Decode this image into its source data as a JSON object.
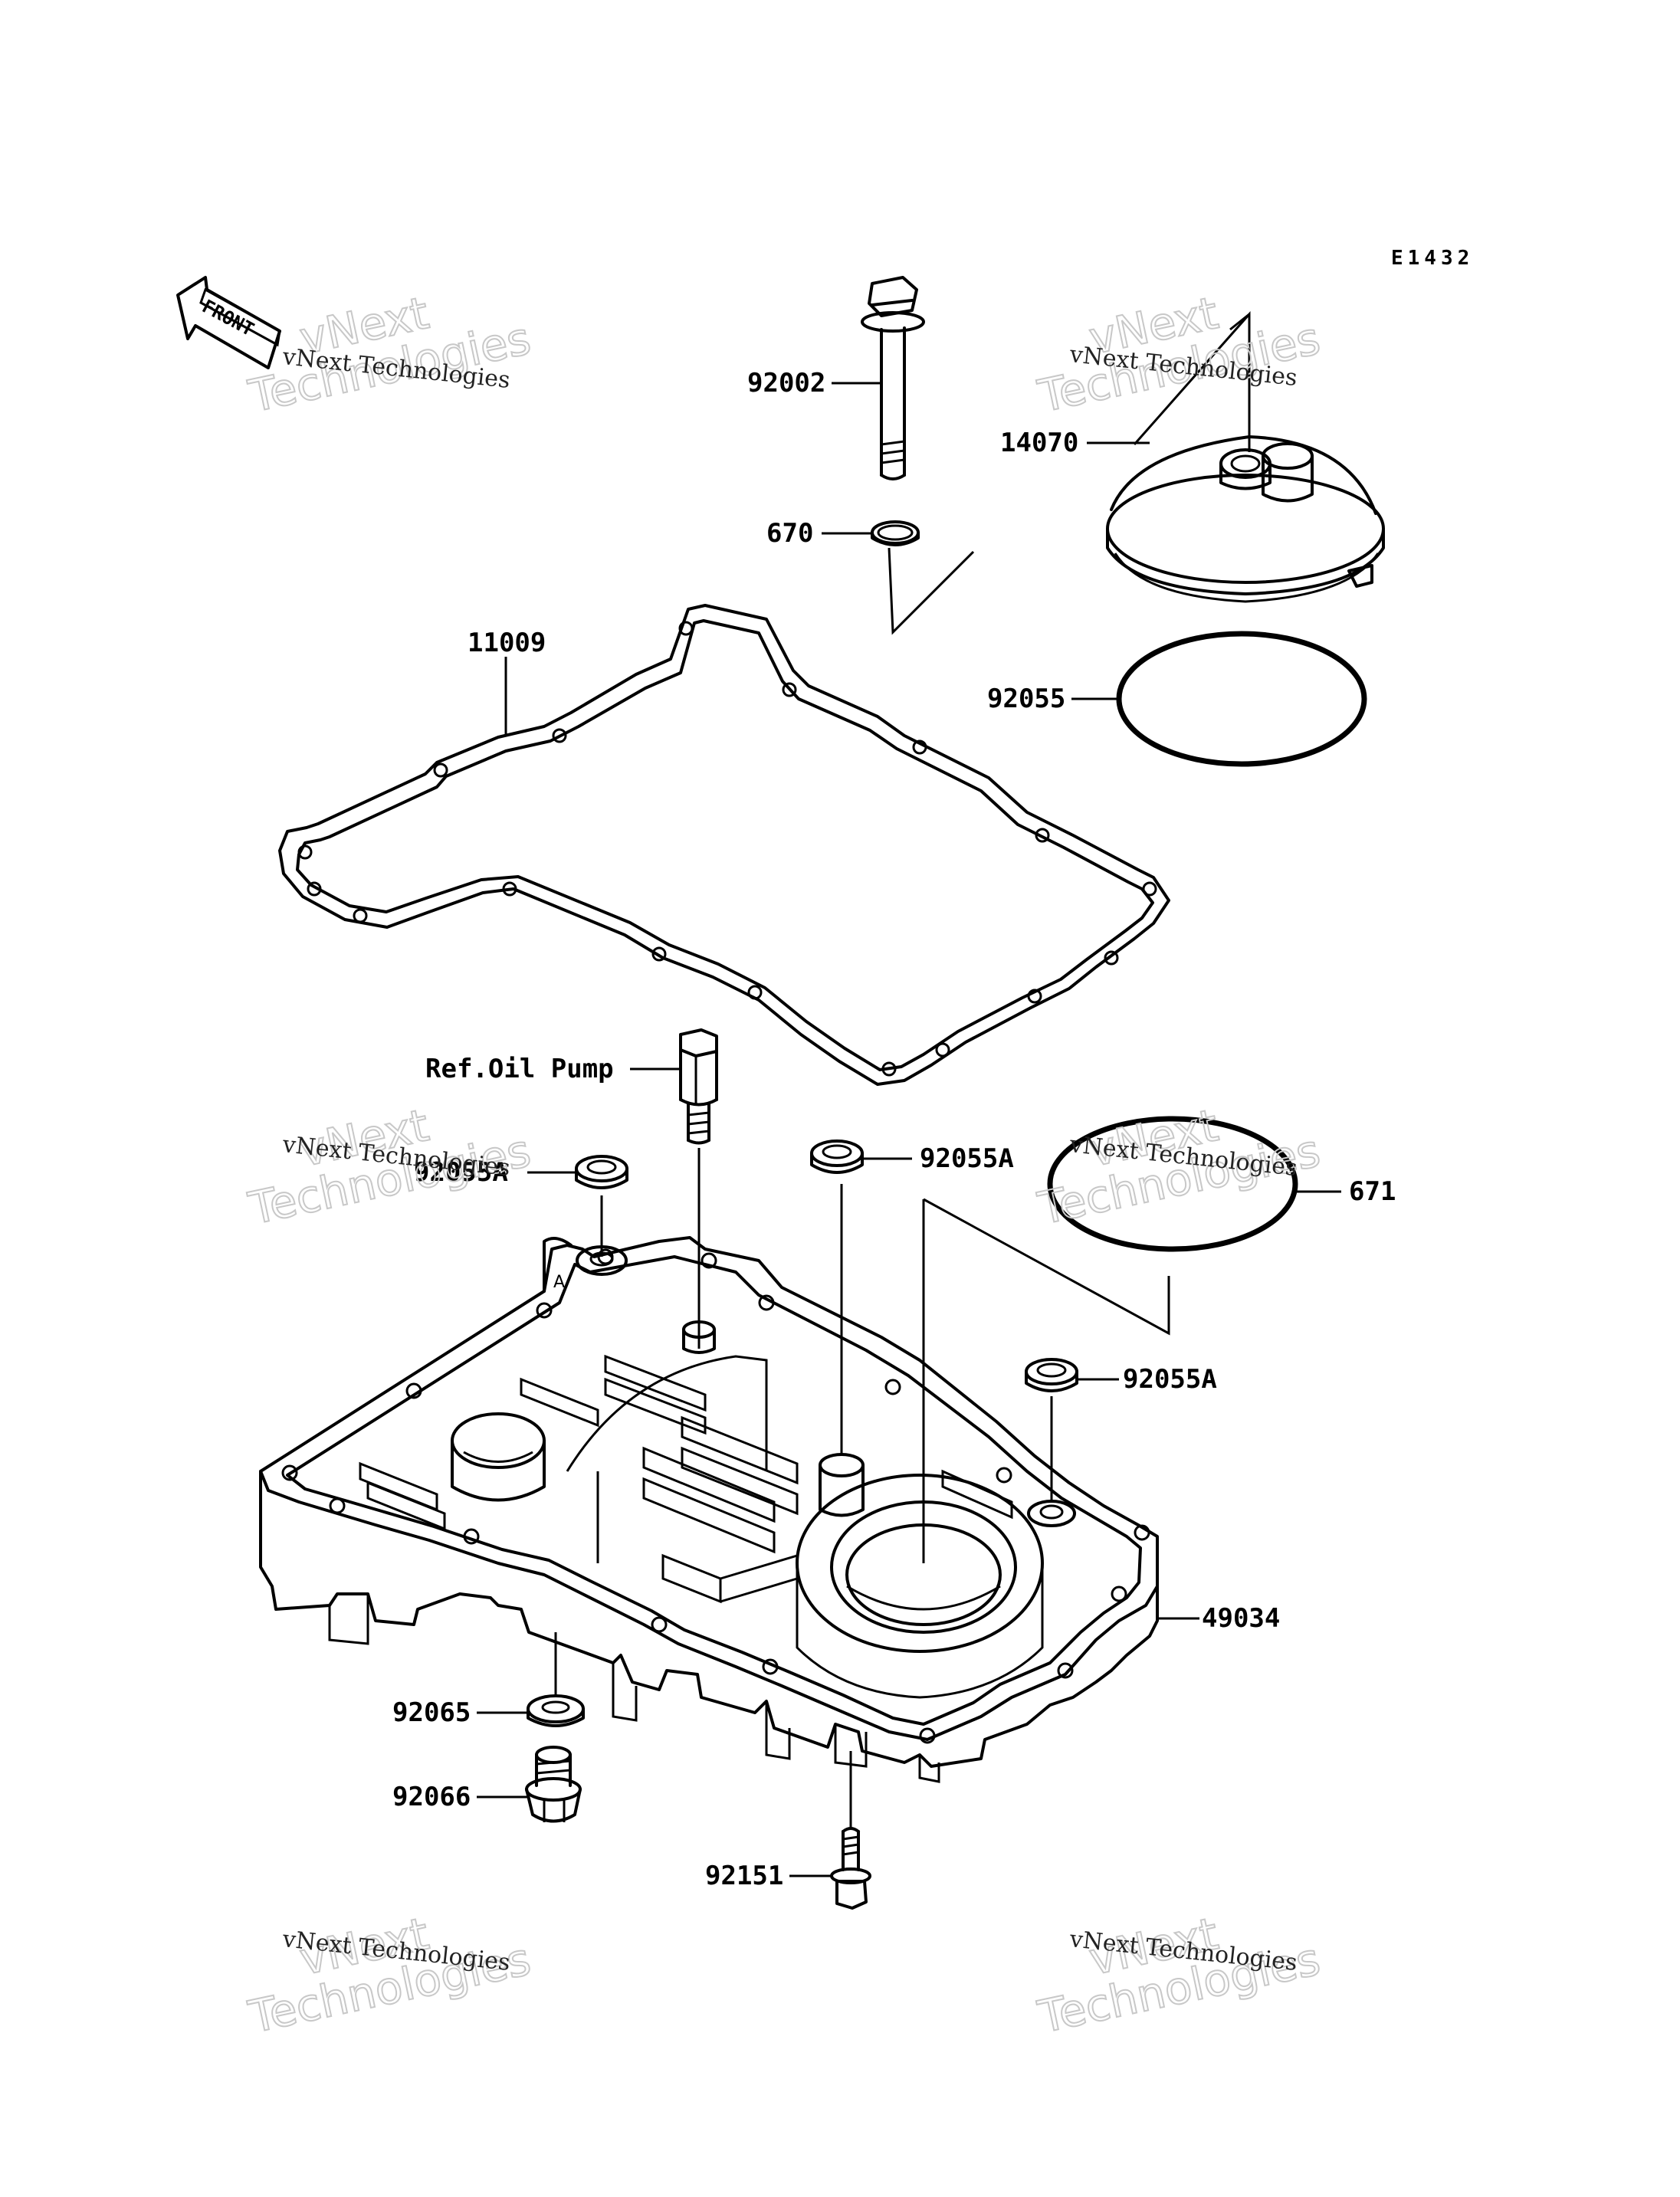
{
  "diagram_code": "E1432",
  "front_label": "FRONT",
  "watermark": {
    "small_text": "vNext Technologies",
    "big_line1": "vNext",
    "big_line2": "Technologies"
  },
  "callouts": {
    "p92002": "92002",
    "p670": "670",
    "p14070": "14070",
    "p11009": "11009",
    "p92055": "92055",
    "ref_oil_pump": "Ref.Oil Pump",
    "p92055A_left": "92055A",
    "p92055A_mid": "92055A",
    "p671": "671",
    "p92055A_right": "92055A",
    "p49034": "49034",
    "p92065": "92065",
    "p92066": "92066",
    "p92151": "92151"
  }
}
